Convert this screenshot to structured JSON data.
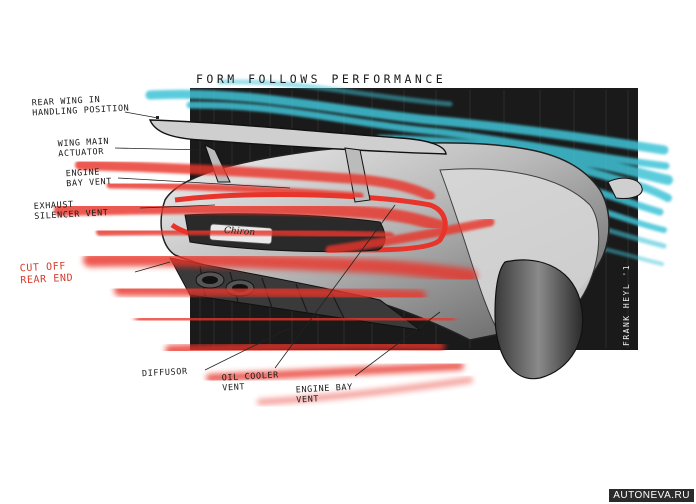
{
  "headline": "FORM FOLLOWS PERFORMANCE",
  "annotations": {
    "rear_wing": "REAR WING IN\nHANDLING POSITION",
    "wing_actuator": "WING MAIN\nACTUATOR",
    "engine_bay_vent_top": "ENGINE\nBAY VENT",
    "exhaust_silencer_vent": "EXHAUST\nSILENCER VENT",
    "cut_off_rear_end": "CUT OFF\nREAR END",
    "diffusor": "DIFFUSOR",
    "oil_cooler_vent": "OIL COOLER\nVENT",
    "engine_bay_vent_bottom": "ENGINE BAY\nVENT"
  },
  "car_badge": "Chiron",
  "signature": "FRANK HEYL '1",
  "watermark": "AUTONEVA.RU",
  "colors": {
    "airflow_red": "#e8342a",
    "airflow_cyan": "#3fc4d8",
    "panel_dark": "#1c1c1c",
    "body_gray": "#9a9a9a"
  }
}
